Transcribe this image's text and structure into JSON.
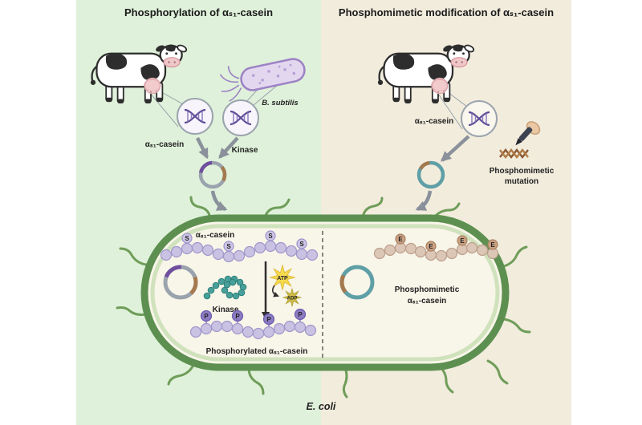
{
  "figure": {
    "titles": {
      "left": "Phosphorylation of αₛ₁-casein",
      "right": "Phosphomimetic modification of αₛ₁-casein"
    },
    "left_panel": {
      "bacterium": "B. subtilis",
      "casein_gene": "αₛ₁-casein",
      "kinase_gene": "Kinase"
    },
    "right_panel": {
      "casein_gene": "αₛ₁-casein",
      "mutation_line1": "Phosphomimetic",
      "mutation_line2": "mutation"
    },
    "cell": {
      "host": "E. coli",
      "left": {
        "substrate": "αₛ₁-casein",
        "enzyme": "Kinase",
        "cofactor": "ATP",
        "cofactor_product": "ADP",
        "product": "Phosphorylated αₛ₁-casein",
        "serine": "S",
        "phosphate": "P"
      },
      "right": {
        "product_line1": "Phosphomimetic",
        "product_line2": "αₛ₁-casein",
        "glutamate": "E"
      }
    },
    "colors": {
      "left_bg": "#dff1da",
      "right_bg": "#f2ecdd",
      "cell_membrane": "#5d9050",
      "cell_inner_ring": "#cfe2bc",
      "cell_cytoplasm": "#f8f5e9",
      "bead_lilac": "#c9c2e2",
      "phospho_bead": "#8b7cc2",
      "mimetic_bead": "#dcc6b6",
      "kinase_teal": "#47a09a",
      "plasmid_gray": "#9aa3ad",
      "plasmid_teal": "#5f9fa6",
      "segment_purple": "#6f4f9e",
      "segment_brown": "#a5794e",
      "atp_yellow": "#f6da4e",
      "arrow_gray": "#8a919b"
    }
  }
}
